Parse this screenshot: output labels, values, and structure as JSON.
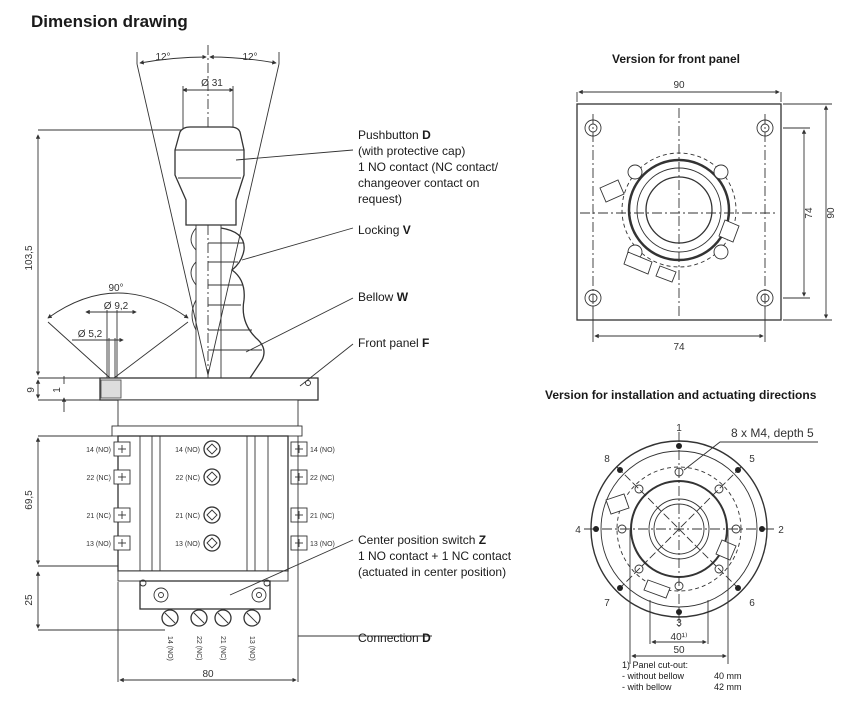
{
  "title": "Dimension drawing",
  "front_panel_title": "Version for front panel",
  "install_title": "Version for installation and actuating directions",
  "side_view": {
    "angle_left": "12°",
    "angle_right": "12°",
    "dia_top": "Ø 31",
    "height": "103,5",
    "angle_90": "90°",
    "dia_9_2": "Ø 9,2",
    "dia_5_2": "Ø 5,2",
    "dim_9": "9",
    "dim_1": "1",
    "dim_69_5": "69,5",
    "dim_25": "25",
    "width_80": "80",
    "contacts_left": [
      "14 (NO)",
      "22 (NC)",
      "21 (NC)",
      "13 (NO)"
    ],
    "contacts_mid": [
      "14 (NO)",
      "22 (NC)",
      "21 (NC)",
      "13 (NO)"
    ],
    "contacts_right": [
      "14 (NO)",
      "22 (NC)",
      "21 (NC)",
      "13 (NO)"
    ],
    "connectors_bottom": [
      "14 (NO)",
      "22 (NC)",
      "21 (NC)",
      "13 (NO)"
    ]
  },
  "labels": {
    "pushbutton": "Pushbutton",
    "pushbutton_letter": "D",
    "pushbutton_l2": "(with protective cap)",
    "pushbutton_l3": "1 NO contact (NC contact/",
    "pushbutton_l4": "changeover contact on",
    "pushbutton_l5": "request)",
    "locking": "Locking",
    "locking_letter": "V",
    "bellow": "Bellow",
    "bellow_letter": "W",
    "front_panel": "Front panel",
    "front_panel_letter": "F",
    "center_switch": "Center position switch",
    "center_switch_letter": "Z",
    "center_l2": "1 NO contact + 1 NC contact",
    "center_l3": "(actuated in center position)",
    "connection": "Connection",
    "connection_letter": "D"
  },
  "front_view": {
    "dim_top": "90",
    "dim_right_outer": "90",
    "dim_right_inner": "74",
    "dim_bottom": "74"
  },
  "install_view": {
    "screws": "8 x M4, depth 5",
    "directions": [
      "1",
      "2",
      "3",
      "4",
      "5",
      "6",
      "7",
      "8"
    ],
    "dim_40": "40¹⁾",
    "dim_50": "50",
    "note_title": "1)  Panel cut-out:",
    "note_without": "- without bellow",
    "note_without_val": "40 mm",
    "note_with": "- with bellow",
    "note_with_val": "42 mm"
  }
}
